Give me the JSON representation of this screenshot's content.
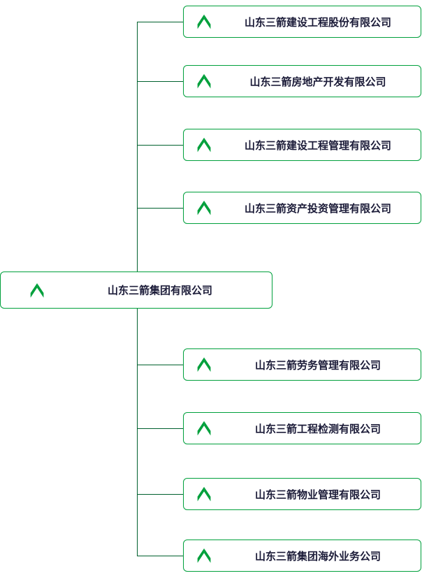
{
  "diagram": {
    "type": "org-chart",
    "parent": {
      "name": "山东三箭集团有限公司"
    },
    "subsidiaries": [
      {
        "name": "山东三箭建设工程股份有限公司"
      },
      {
        "name": "山东三箭房地产开发有限公司"
      },
      {
        "name": "山东三箭建设工程管理有限公司"
      },
      {
        "name": "山东三箭资产投资管理有限公司"
      },
      {
        "name": "山东三箭劳务管理有限公司"
      },
      {
        "name": "山东三箭工程检测有限公司"
      },
      {
        "name": "山东三箭物业管理有限公司"
      },
      {
        "name": "山东三箭集团海外业务公司"
      }
    ],
    "colors": {
      "node_border": "#00a03c",
      "connector_line": "#00612e",
      "logo": "#00a03c",
      "text": "#1b1b38",
      "background": "#ffffff"
    },
    "icons": {
      "node_logo": "sanjian-arrow-logo-icon"
    }
  }
}
